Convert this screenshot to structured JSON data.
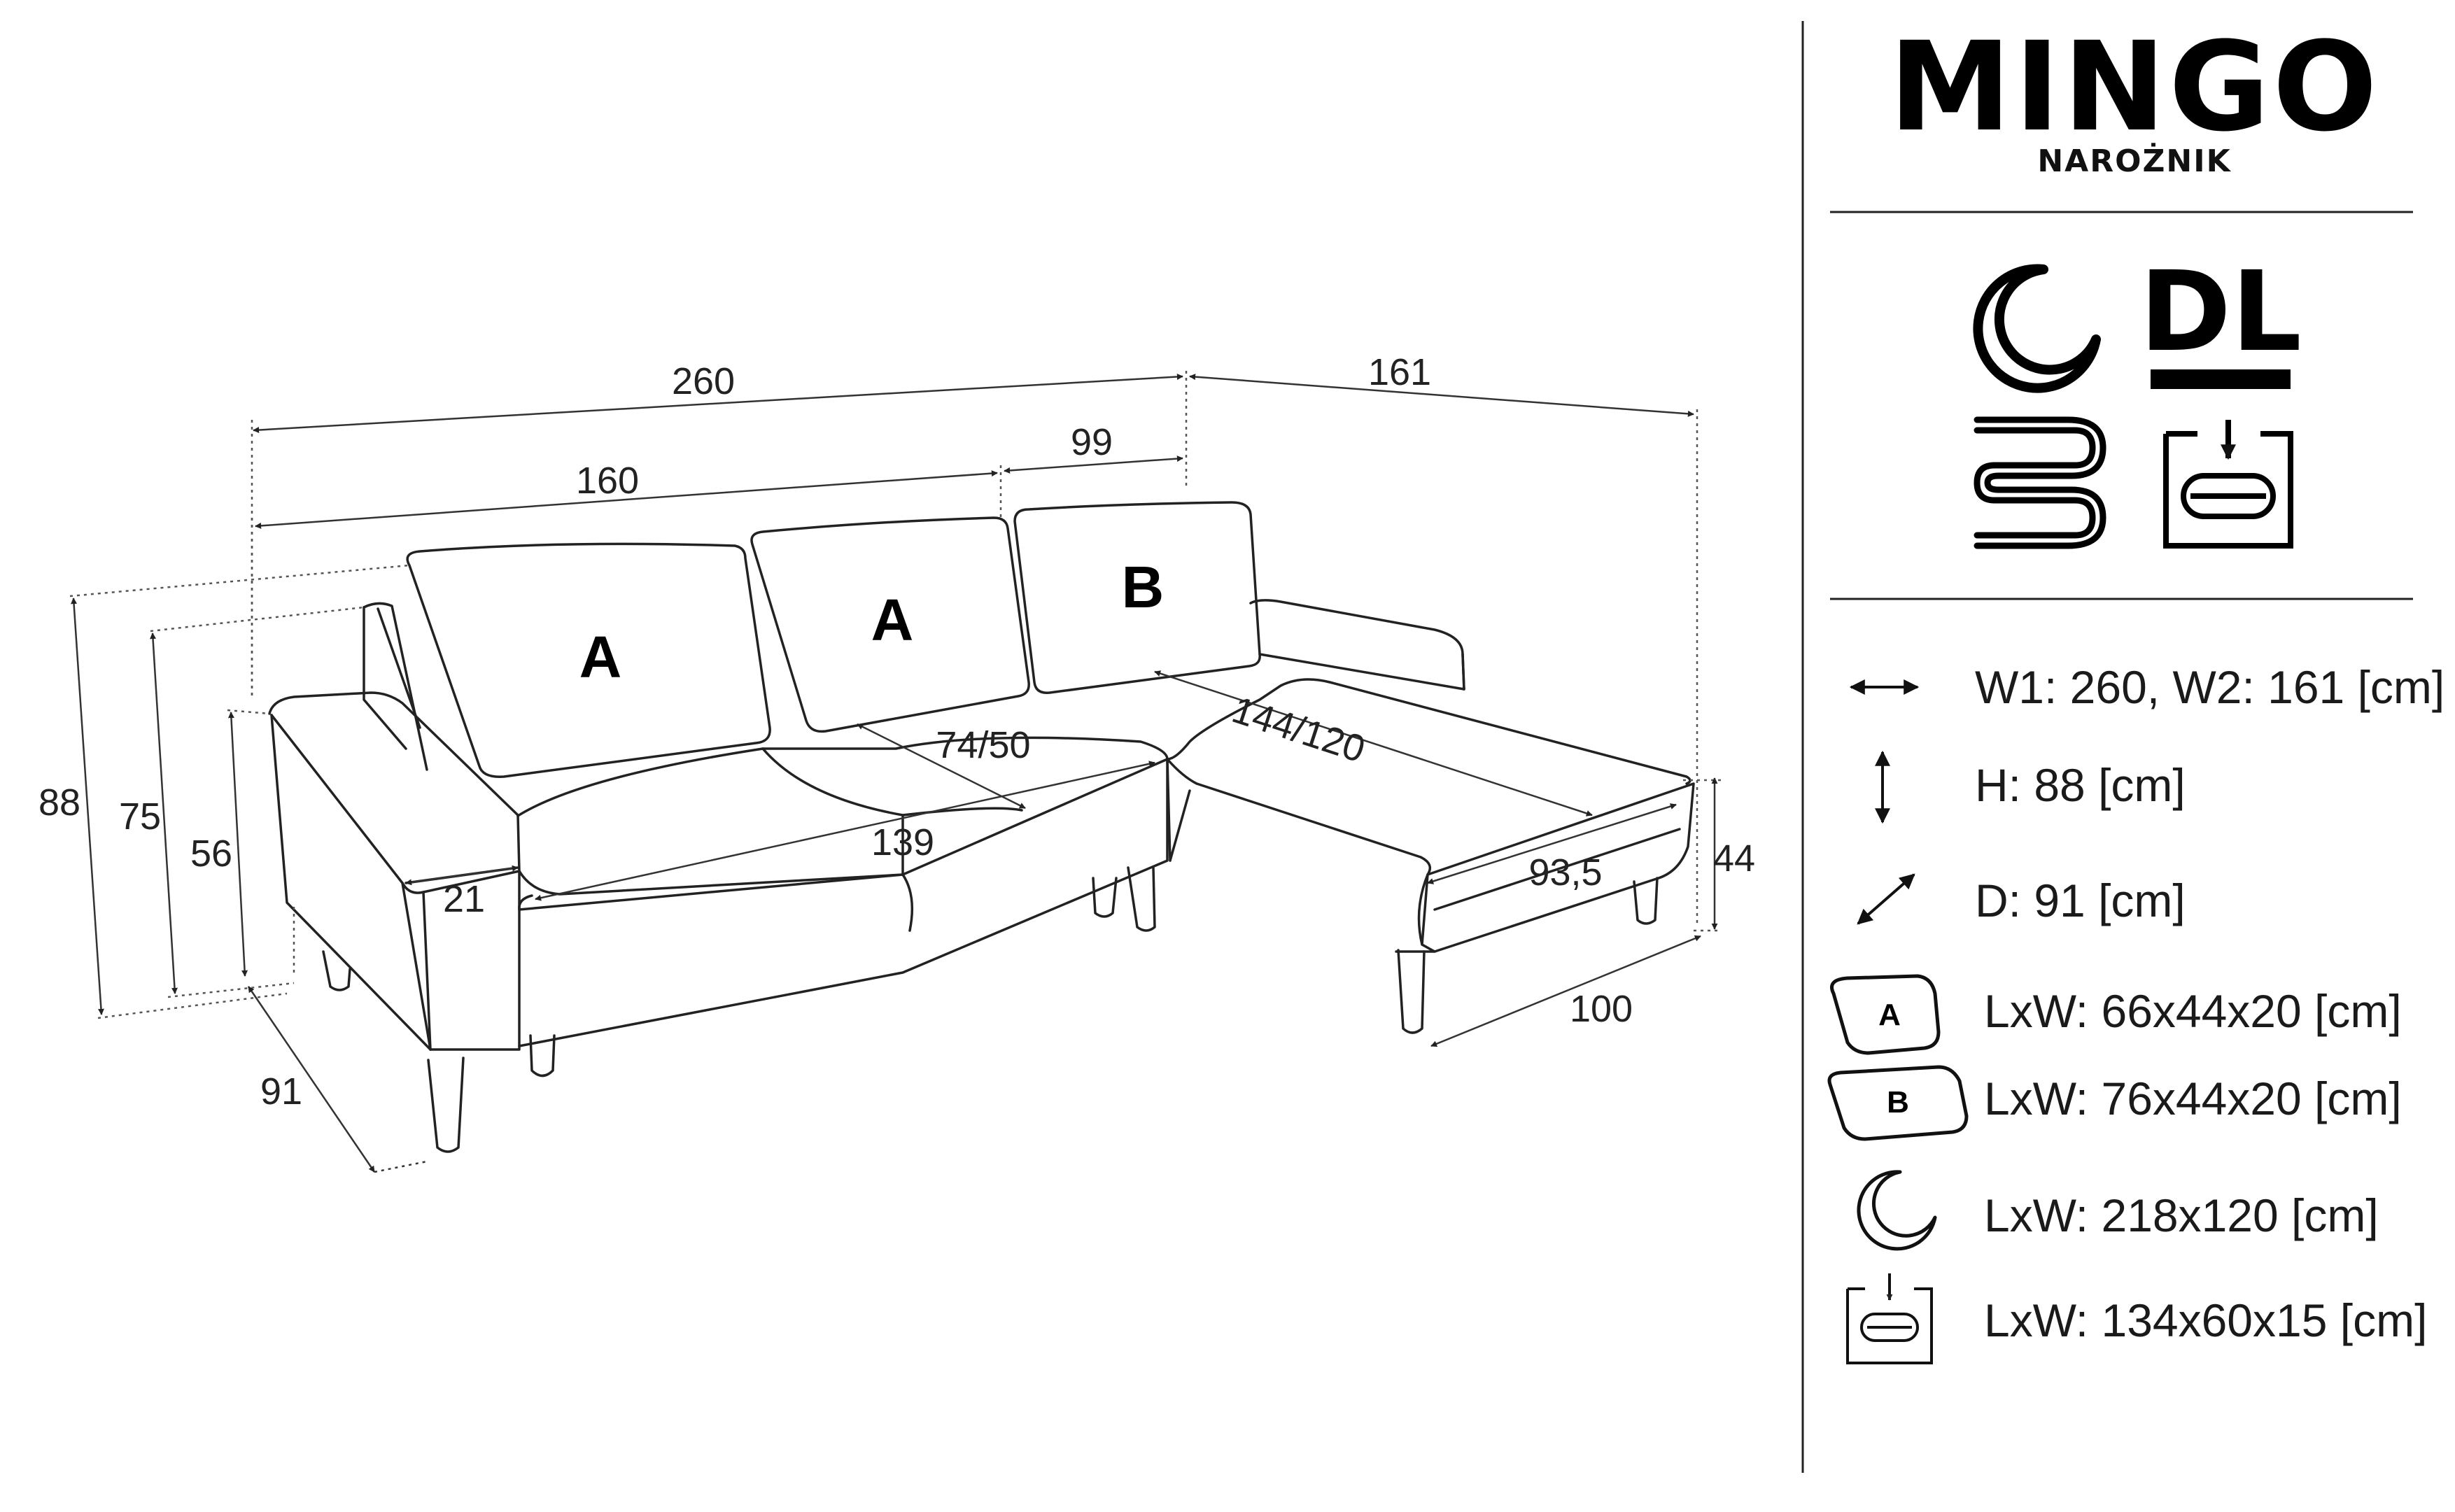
{
  "product": {
    "name": "MINGO",
    "type": "NAROŻNIK",
    "badge": "DL"
  },
  "features": [
    {
      "icon": "sleep-function-icon",
      "meaning": "sleeping function"
    },
    {
      "icon": "dl-badge",
      "meaning": "DL"
    },
    {
      "icon": "spring-icon",
      "meaning": "springs"
    },
    {
      "icon": "storage-container-icon",
      "meaning": "storage container"
    }
  ],
  "specs": [
    {
      "icon": "width-arrow-icon",
      "text": "W1: 260, W2: 161 [cm]"
    },
    {
      "icon": "height-arrow-icon",
      "text": "H: 88 [cm]"
    },
    {
      "icon": "depth-arrow-icon",
      "text": "D: 91 [cm]"
    },
    {
      "icon": "cushion-a-icon",
      "icon_label": "A",
      "text": "LxW: 66x44x20 [cm]"
    },
    {
      "icon": "cushion-b-icon",
      "icon_label": "B",
      "text": "LxW: 76x44x20 [cm]"
    },
    {
      "icon": "sleep-function-icon",
      "text": "LxW: 218x120 [cm]"
    },
    {
      "icon": "storage-container-icon",
      "text": "LxW: 134x60x15 [cm]"
    }
  ],
  "dimensions": {
    "total_width": "260",
    "chaise_width": "161",
    "seat_section": "160",
    "corner_section": "99",
    "height_total": "88",
    "height_back": "75",
    "height_arm": "56",
    "chaise_height": "44",
    "depth": "91",
    "armrest_width": "21",
    "seat_length": "139",
    "seat_depth": "74/50",
    "chaise_length": "144/120",
    "chaise_seat_width": "93,5",
    "chaise_depth": "100"
  },
  "cushions": [
    {
      "label": "A"
    },
    {
      "label": "A"
    },
    {
      "label": "B"
    }
  ]
}
